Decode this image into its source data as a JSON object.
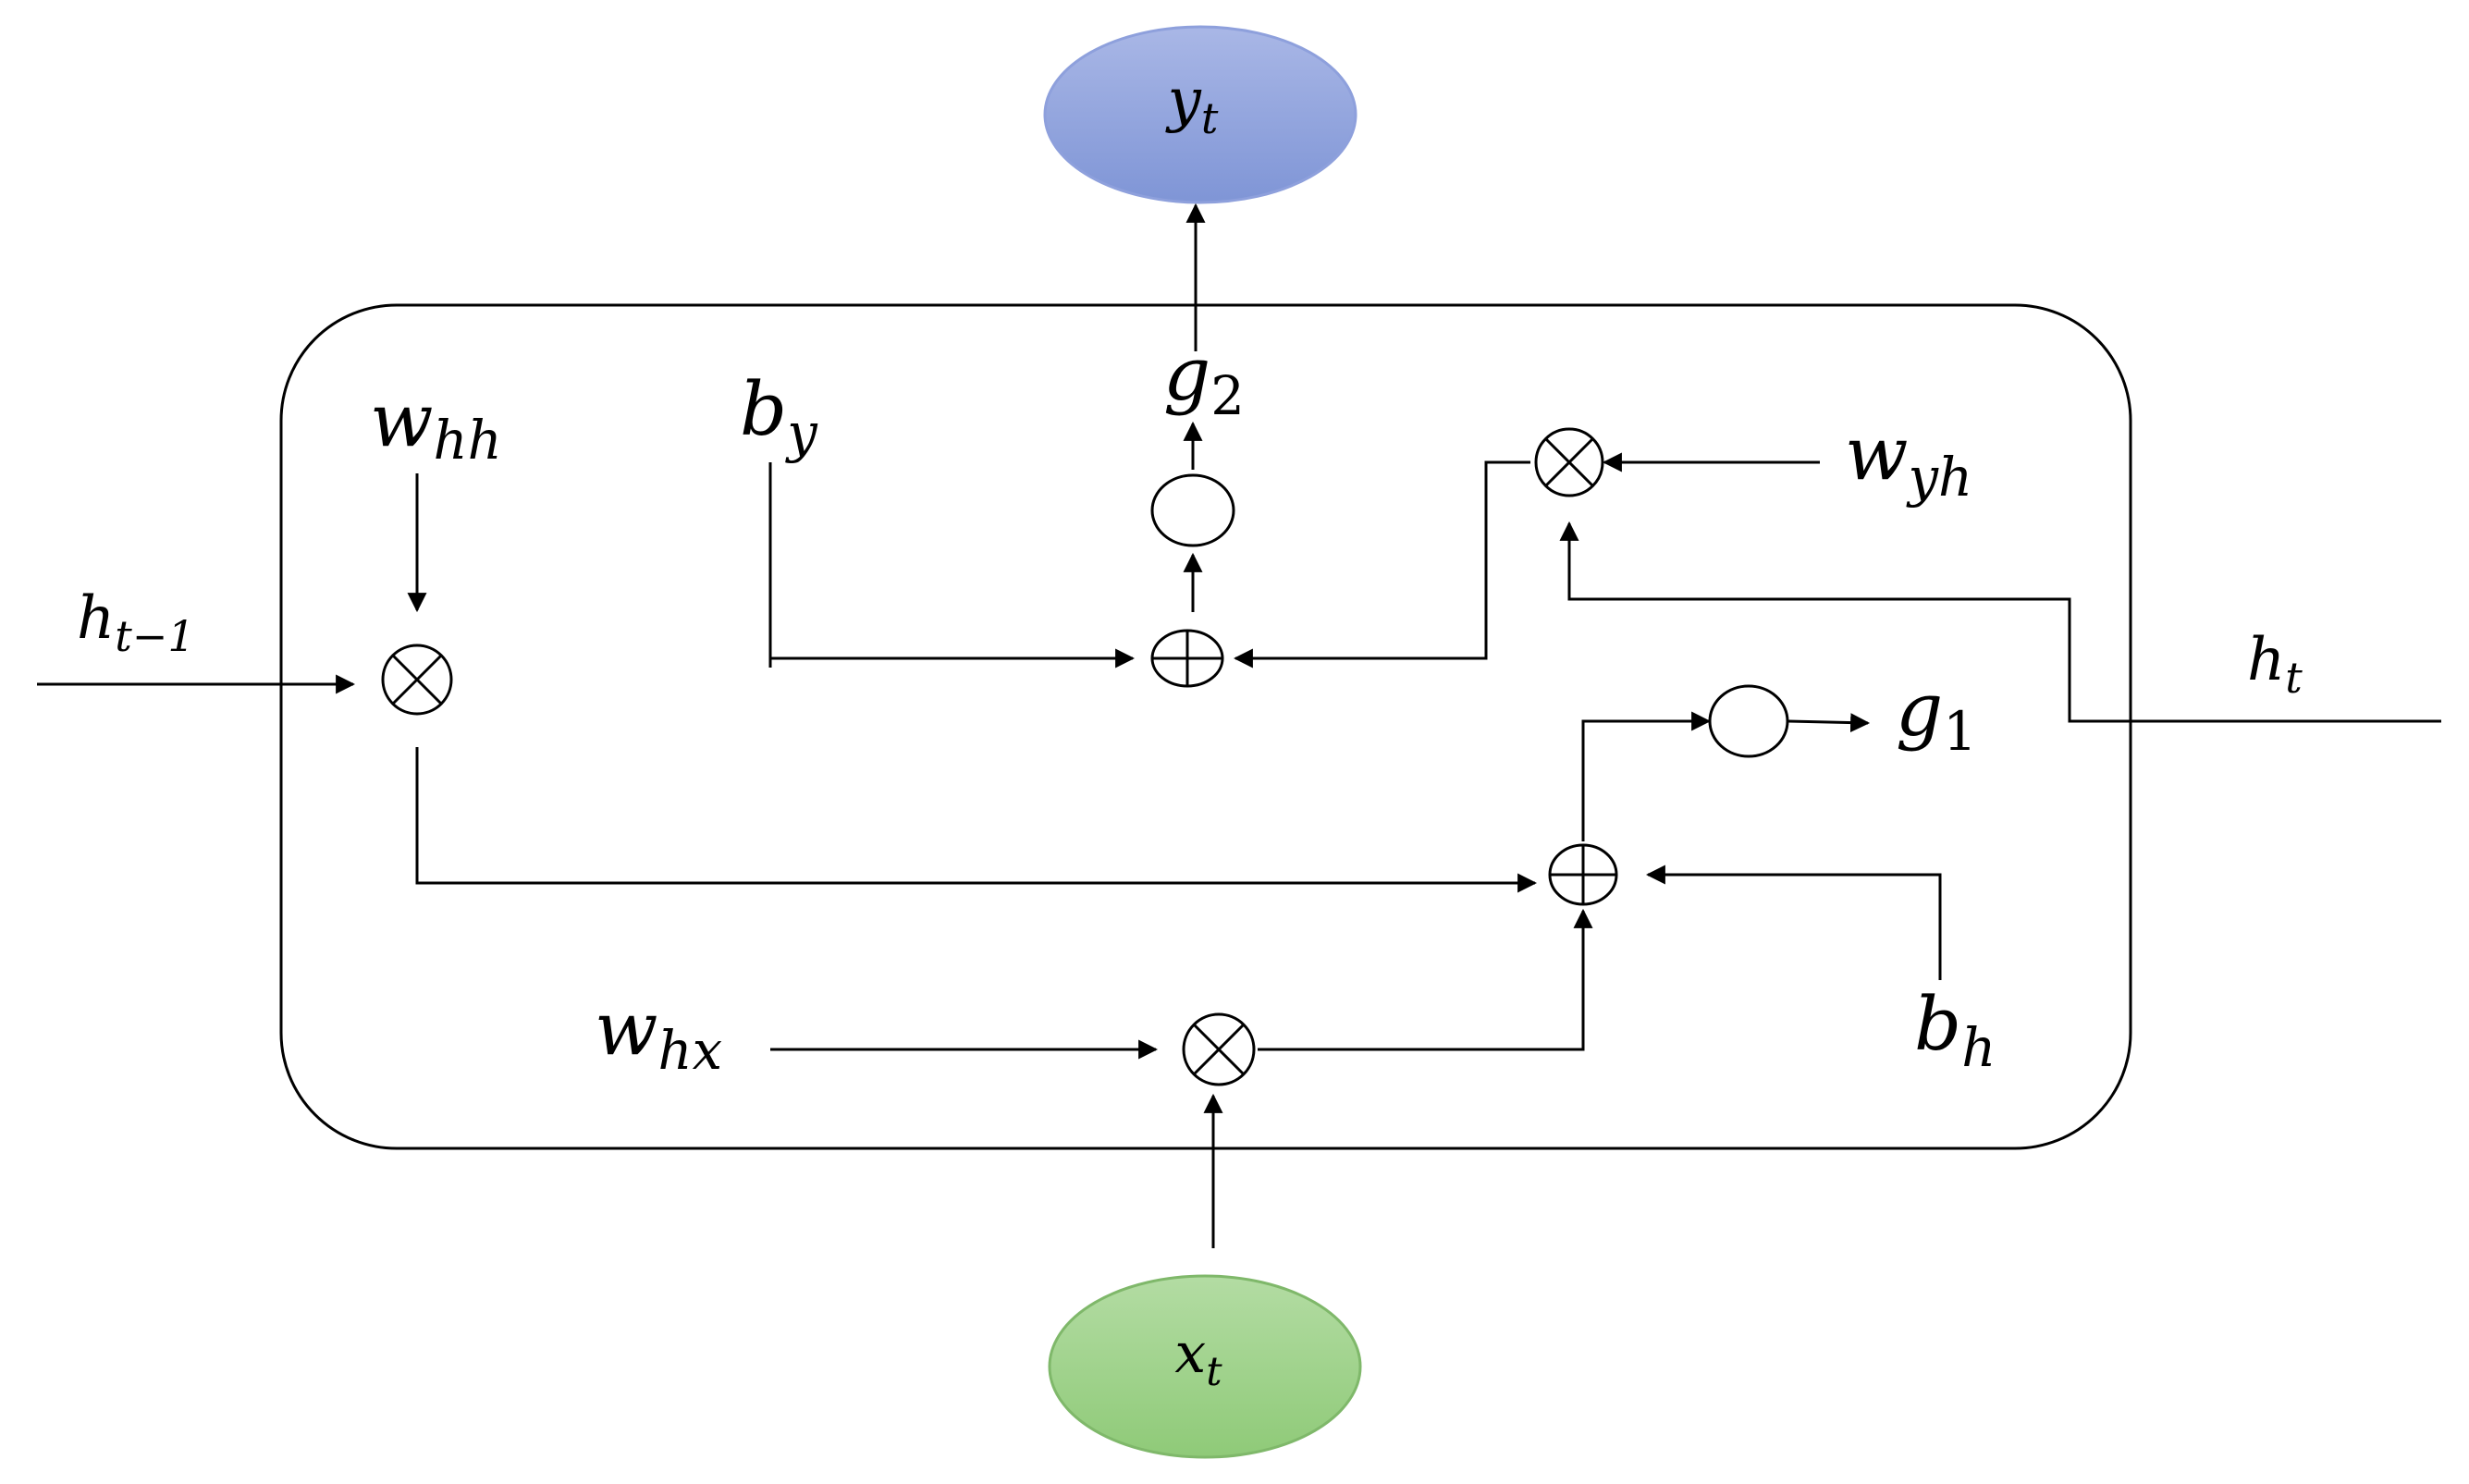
{
  "nodes": {
    "output": {
      "base": "y",
      "sub": "t",
      "fill_top": "#a9b7e6",
      "fill_bottom": "#7f95d6",
      "stroke": "#8ea0dc"
    },
    "input": {
      "base": "x",
      "sub": "t",
      "fill_top": "#b3dca3",
      "fill_bottom": "#8fca78",
      "stroke": "#7fb86a"
    }
  },
  "labels": {
    "w_hh": {
      "base": "w",
      "sub": "hh"
    },
    "b_y": {
      "base": "b",
      "sub": "y"
    },
    "g_2": {
      "base": "g",
      "sub": "2"
    },
    "w_yh": {
      "base": "w",
      "sub": "yh"
    },
    "h_prev": {
      "base": "h",
      "sub": "t−1"
    },
    "h_t": {
      "base": "h",
      "sub": "t"
    },
    "g_1": {
      "base": "g",
      "sub": "1"
    },
    "w_hx": {
      "base": "w",
      "sub": "hx"
    },
    "b_h": {
      "base": "b",
      "sub": "h"
    }
  },
  "operators": {
    "multiply": "⊗",
    "add": "⊕",
    "activation": "○"
  }
}
